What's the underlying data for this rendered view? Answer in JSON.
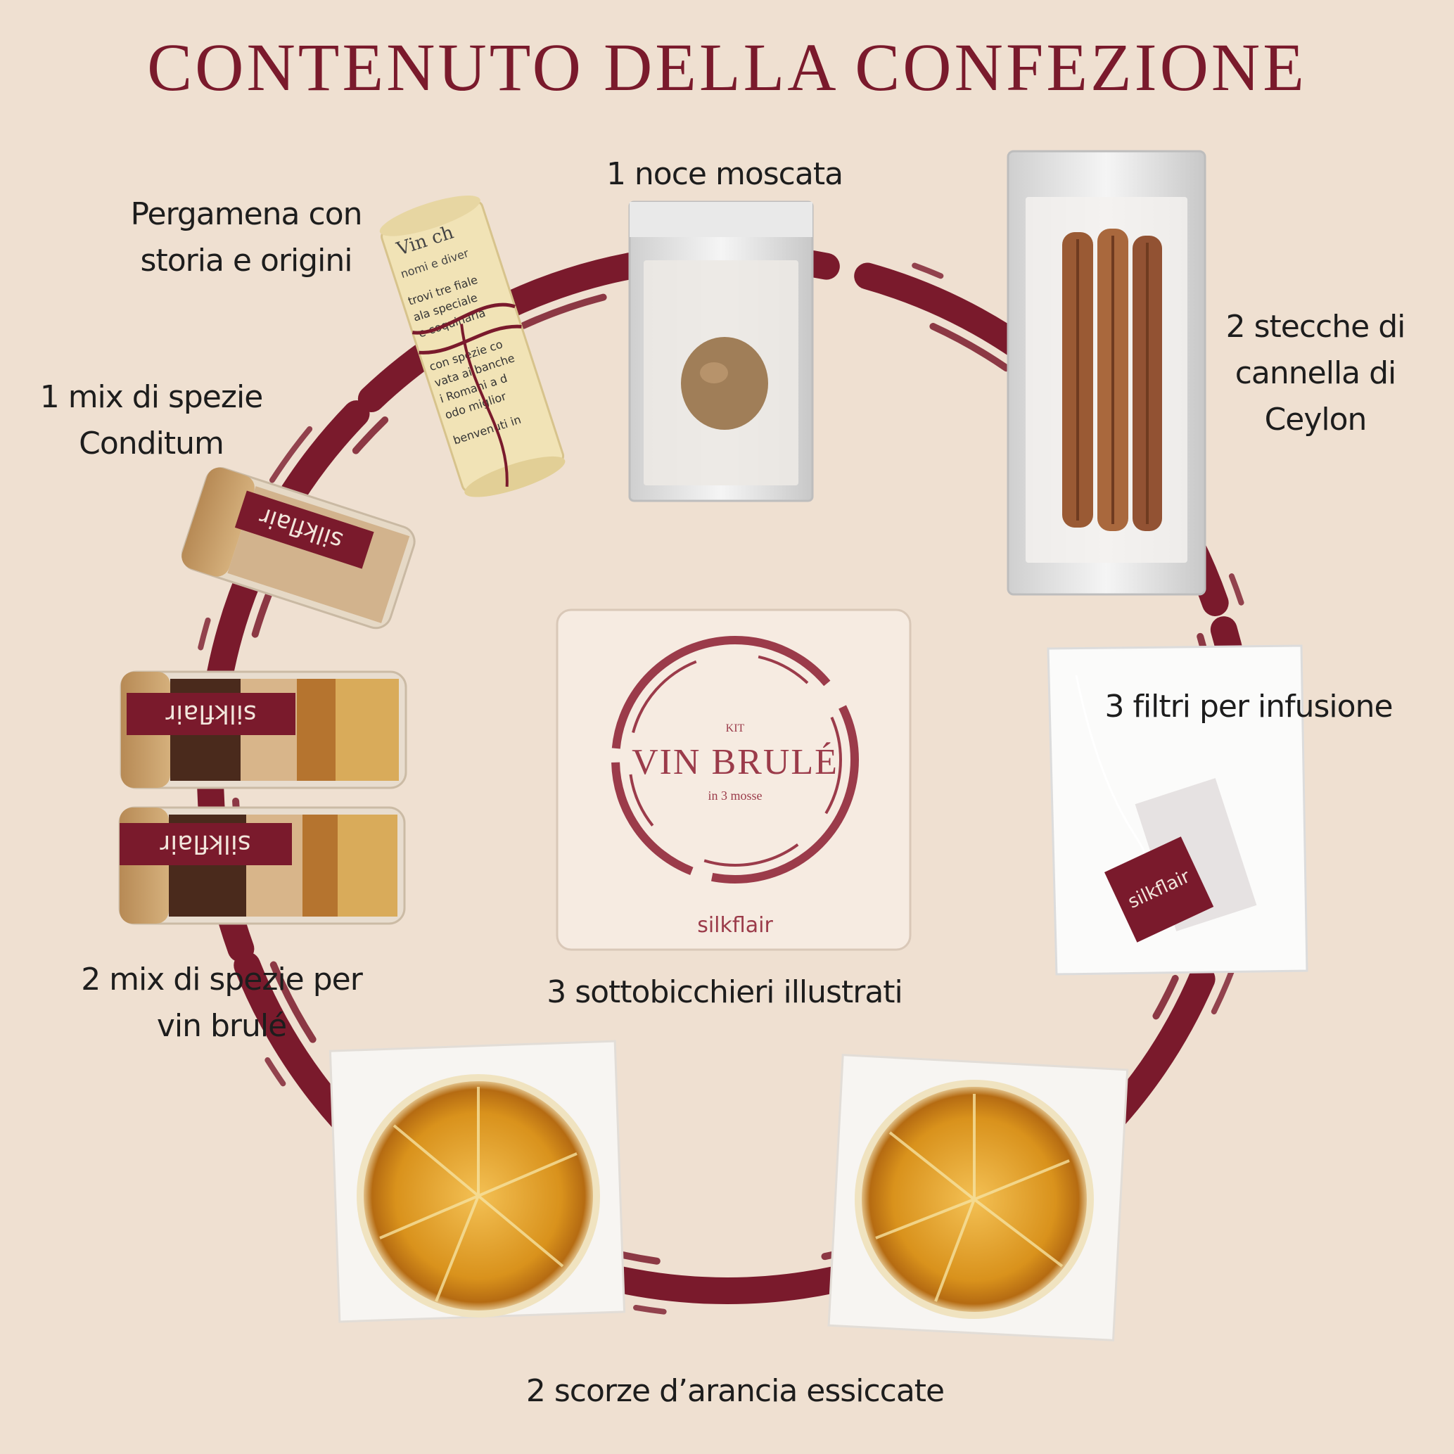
{
  "title": "CONTENUTO DELLA CONFEZIONE",
  "brand": "silkflair",
  "colors": {
    "background": "#efe0d1",
    "wine": "#7a1a2c",
    "text": "#1d1d1d"
  },
  "items": {
    "nutmeg": {
      "label": [
        "1 noce moscata"
      ]
    },
    "scroll": {
      "label": [
        "Pergamena con",
        "storia e origini"
      ]
    },
    "cinnamon": {
      "label": [
        "2 stecche di",
        "cannella di",
        "Ceylon"
      ]
    },
    "conditum": {
      "label": [
        "1 mix di spezie",
        "Conditum"
      ]
    },
    "spices": {
      "label": [
        "2 mix di spezie per",
        "vin brulé"
      ]
    },
    "filters": {
      "label": [
        "3 filtri per infusione"
      ]
    },
    "coasters": {
      "label": [
        "3 sottobicchieri illustrati"
      ]
    },
    "oranges": {
      "label": [
        "2 scorze d’arancia essiccate"
      ]
    }
  },
  "scroll_text": [
    "Vin ch",
    "nomi e diver",
    "trovi tre fiale",
    "ala speciale",
    "e coquinaria",
    "con spezie co",
    "vata ai banche",
    "i Romani a d",
    "odo miglior",
    "benvenuti in"
  ],
  "coaster": {
    "kit": "KIT",
    "name": "VIN BRULÉ",
    "subtitle": "in 3 mosse",
    "brand": "silkflair"
  }
}
